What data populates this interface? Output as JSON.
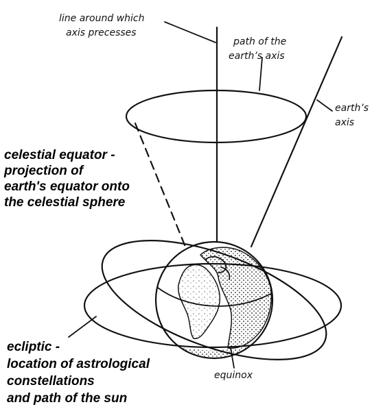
{
  "labels": {
    "precession_line": [
      "line around which",
      "axis precesses"
    ],
    "path_axis": [
      "path of the",
      "earth’s axis"
    ],
    "earth_axis": [
      "earth’s",
      "axis"
    ],
    "celestial_equator": [
      "celestial equator -",
      "projection of",
      "earth's equator onto",
      "the celestial sphere"
    ],
    "ecliptic": [
      "ecliptic -",
      "location of astrological",
      "constellations",
      "and path of the sun"
    ],
    "equinox": "equinox"
  },
  "colors": {
    "ink": "#111111",
    "background": "#ffffff"
  }
}
